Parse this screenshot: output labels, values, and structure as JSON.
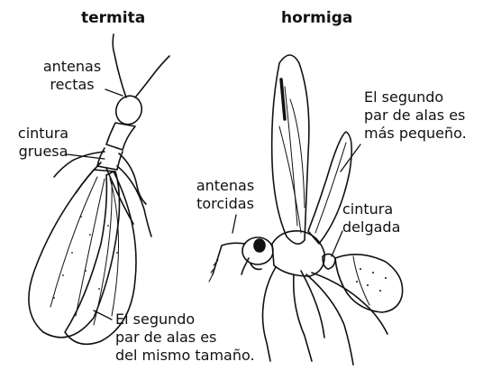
{
  "termite": {
    "title": "termita",
    "label_antennae": [
      "antenas",
      "rectas"
    ],
    "label_waist": [
      "cintura",
      "gruesa"
    ],
    "label_wings": [
      "El segundo",
      "par de alas es",
      "del mismo tamaño."
    ]
  },
  "ant": {
    "title": "hormiga",
    "label_wings": [
      "El segundo",
      "par de alas es",
      "más pequeño."
    ],
    "label_antennae": [
      "antenas",
      "torcidas"
    ],
    "label_waist": [
      "cintura",
      "delgada"
    ]
  }
}
